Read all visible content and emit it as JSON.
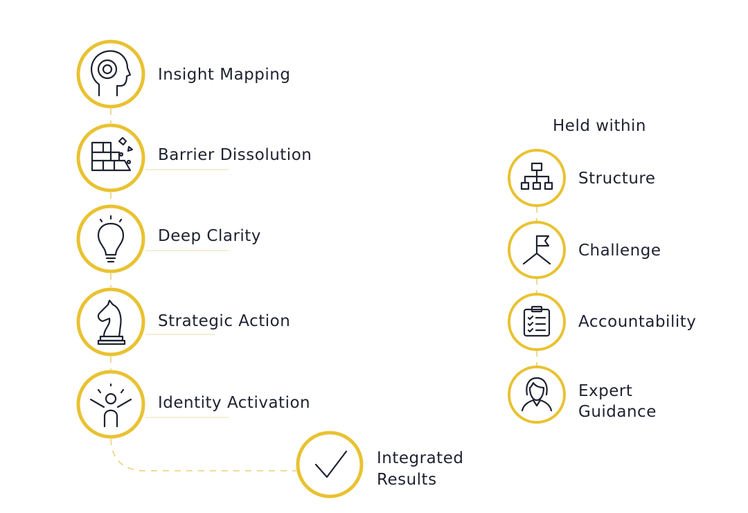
{
  "steps": [
    {
      "label": "Insight Mapping",
      "icon": "head-target-icon"
    },
    {
      "label": "Barrier Dissolution",
      "icon": "crumbling-wall-icon"
    },
    {
      "label": "Deep Clarity",
      "icon": "lightbulb-icon"
    },
    {
      "label": "Strategic Action",
      "icon": "chess-knight-icon"
    },
    {
      "label": "Identity Activation",
      "icon": "person-arms-raised-icon"
    }
  ],
  "result": {
    "line1": "Integrated",
    "line2": "Results",
    "icon": "checkmark-icon"
  },
  "support": {
    "heading": "Held within",
    "items": [
      {
        "label": "Structure",
        "icon": "org-chart-icon"
      },
      {
        "label": "Challenge",
        "icon": "flag-summit-icon"
      },
      {
        "label": "Accountability",
        "icon": "clipboard-checklist-icon"
      },
      {
        "label": "Expert",
        "label2": "Guidance",
        "icon": "person-guide-icon"
      }
    ]
  },
  "colors": {
    "accent": "#E9C232",
    "text": "#1E2230"
  }
}
